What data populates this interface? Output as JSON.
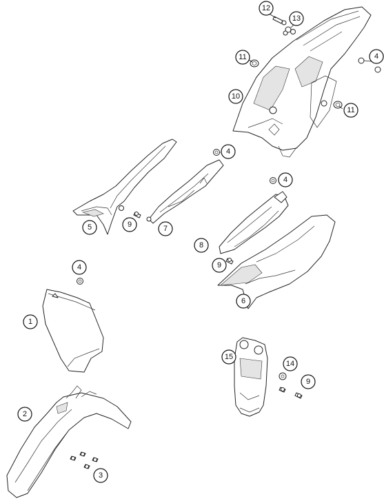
{
  "callouts": [
    {
      "id": "c12",
      "label": "12"
    },
    {
      "id": "c13",
      "label": "13"
    },
    {
      "id": "c11a",
      "label": "11"
    },
    {
      "id": "c4a",
      "label": "4"
    },
    {
      "id": "c10",
      "label": "10"
    },
    {
      "id": "c11b",
      "label": "11"
    },
    {
      "id": "c4b",
      "label": "4"
    },
    {
      "id": "c4c",
      "label": "4"
    },
    {
      "id": "c5",
      "label": "5"
    },
    {
      "id": "c9a",
      "label": "9"
    },
    {
      "id": "c7",
      "label": "7"
    },
    {
      "id": "c8",
      "label": "8"
    },
    {
      "id": "c9b",
      "label": "9"
    },
    {
      "id": "c4d",
      "label": "4"
    },
    {
      "id": "c6",
      "label": "6"
    },
    {
      "id": "c1",
      "label": "1"
    },
    {
      "id": "c15",
      "label": "15"
    },
    {
      "id": "c14",
      "label": "14"
    },
    {
      "id": "c9c",
      "label": "9"
    },
    {
      "id": "c2",
      "label": "2"
    },
    {
      "id": "c3",
      "label": "3"
    }
  ]
}
